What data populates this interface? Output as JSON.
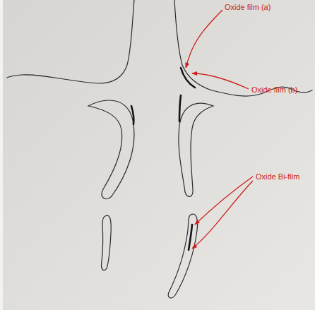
{
  "diagram": {
    "labels": [
      "Oxide film (a)",
      "Oxide film (b)",
      "Oxide Bi-film"
    ]
  }
}
